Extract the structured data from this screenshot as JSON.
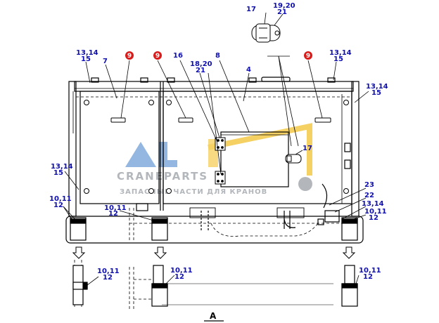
{
  "labels": {
    "p17_top": "17",
    "p19_20": "19,20",
    "p21_top": "21",
    "p13_14_tl": "13,14",
    "p15_tl": "15",
    "p7": "7",
    "p9_a": "9",
    "p9_b": "9",
    "p16": "16",
    "p8": "8",
    "p18_20": "18,20",
    "p21_mid": "21",
    "p4": "4",
    "p9_c": "9",
    "p13_14_tr": "13,14",
    "p15_tr": "15",
    "p13_14_r": "13,14",
    "p15_r": "15",
    "p17_mid": "17",
    "p13_14_l": "13,14",
    "p15_l": "15",
    "p23": "23",
    "p22": "22",
    "p13_14_br": "13,14",
    "p10_11_br": "10,11",
    "p12_br": "12",
    "p10_11_l": "10,11",
    "p12_l": "12",
    "p10_11_ml": "10,11",
    "p12_ml": "12",
    "p10_11_b1": "10,11",
    "p12_b1": "12",
    "p10_11_b2": "10,11",
    "p12_b2": "12",
    "p10_11_b3": "10,11",
    "p12_b3": "12"
  },
  "view_label": "A",
  "watermark": {
    "brand_a": "AL",
    "brand_b": "CRANEPARTS",
    "tagline": "ЗАПАСНЫЕ ЧАСТИ ДЛЯ КРАНОВ"
  },
  "colors": {
    "label": "#1010b0",
    "callout": "#d81b1b",
    "line": "#000000",
    "wm_blue": "#6f9fd8",
    "wm_yellow": "#f2c230",
    "wm_grey": "#9aa0a6"
  }
}
